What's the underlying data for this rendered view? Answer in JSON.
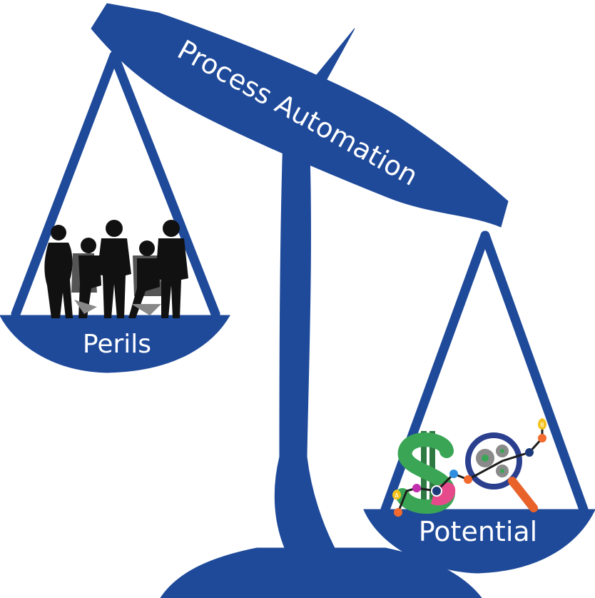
{
  "beam_label": "Process Automation",
  "left_pan_label": "Perils",
  "right_pan_label": "Potential",
  "marker_a": "A",
  "marker_b": "B",
  "colors": {
    "scale_blue": "#1f4a9a",
    "silhouette": "#111111",
    "money_green": "#3aa655",
    "money_pink": "#e64a8a",
    "magnifier_ring": "#2b3f8f",
    "magnifier_handle": "#e8622a",
    "gear_gray": "#8a8a8a",
    "trend_dot_orange": "#f26a2e",
    "trend_dot_blue": "#2e8fe0",
    "trend_dot_yellow": "#f5c21b",
    "trend_dot_purple": "#c02fae",
    "trend_dot_navy": "#1d3a7a"
  },
  "icons": [
    "business-people-silhouette",
    "dollar-sign",
    "magnifier-with-gears",
    "trend-line"
  ]
}
